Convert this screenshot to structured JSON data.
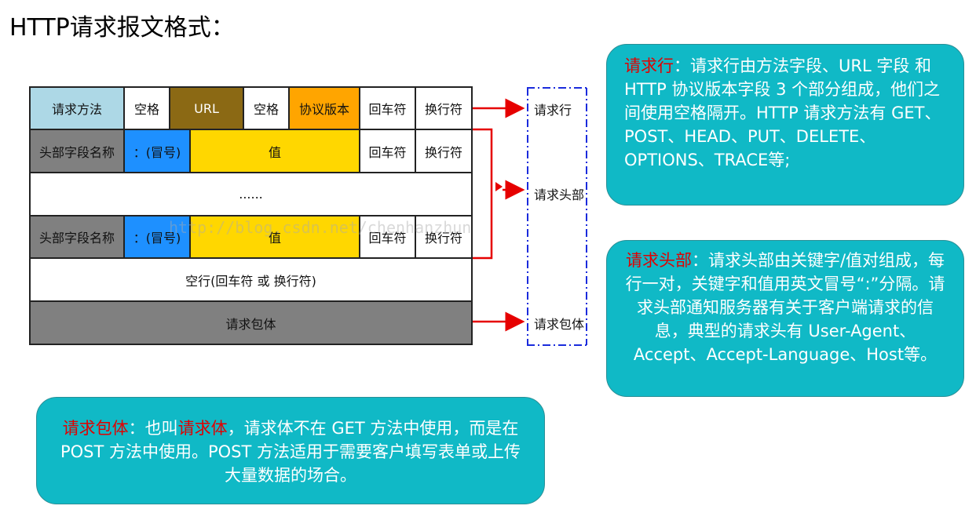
{
  "title": "HTTP请求报文格式：",
  "table": {
    "row1": [
      "请求方法",
      "空格",
      "URL",
      "空格",
      "协议版本",
      "回车符",
      "换行符"
    ],
    "row2": [
      "头部字段名称",
      "：(冒号)",
      "值",
      "回车符",
      "换行符"
    ],
    "row3": "......",
    "row4": [
      "头部字段名称",
      "：(冒号)",
      "值",
      "回车符",
      "换行符"
    ],
    "row5": "空行(回车符 或 换行符)",
    "row6": "请求包体"
  },
  "watermark": "http://blog.csdn.net/chenhanzhun",
  "side_labels": {
    "request_line": "请求行",
    "request_header": "请求头部",
    "request_body": "请求包体"
  },
  "bubbles": {
    "request_line": {
      "term": "请求行",
      "text": "：请求行由方法字段、URL 字段 和HTTP 协议版本字段 3 个部分组成，他们之间使用空格隔开。HTTP 请求方法有 GET、POST、HEAD、PUT、DELETE、OPTIONS、TRACE等;"
    },
    "request_header": {
      "term": "请求头部",
      "text": "：请求头部由关键字/值对组成，每行一对，关键字和值用英文冒号“:”分隔。请求头部通知服务器有关于客户端请求的信息，典型的请求头有 User-Agent、Accept、Accept-Language、Host等。"
    },
    "request_body": {
      "term": "请求包体",
      "mid1": "：也叫",
      "term2": "请求体",
      "text": "，请求体不在 GET 方法中使用，而是在POST 方法中使用。POST 方法适用于需要客户填写表单或上传大量数据的场合。"
    }
  },
  "colors": {
    "bubble_bg": "#10b9c6",
    "highlight": "#e00000",
    "arrow": "#e60000",
    "dash_box": "#1a2bdc"
  }
}
